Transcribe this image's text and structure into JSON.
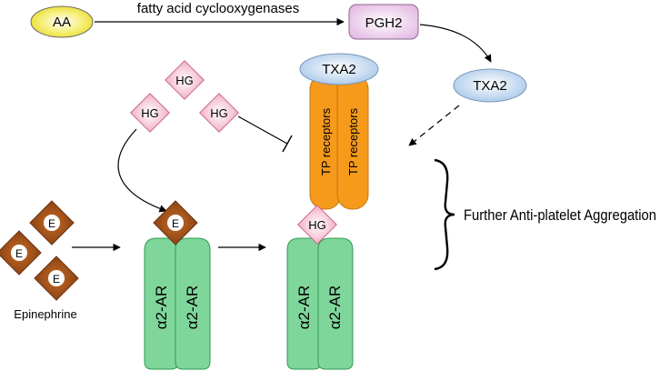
{
  "nodes": {
    "aa": "AA",
    "pgh2": "PGH2",
    "txa2_free": "TXA2",
    "txa2_bound": "TXA2",
    "hg": [
      "HG",
      "HG",
      "HG",
      "HG"
    ],
    "e": [
      "E",
      "E",
      "E",
      "E"
    ]
  },
  "labels": {
    "enzyme": "fatty acid cyclooxygenases",
    "epinephrine": "Epinephrine",
    "tp_receptor": "TP receptors",
    "alpha2ar": "α2-AR",
    "further": "Further Anti-platelet Aggregation"
  },
  "colors": {
    "aa_fill": "#f4ec5a",
    "pgh2_fill": "#efd3ee",
    "txa2_fill": "#bcd4ee",
    "tp_fill": "#f59a1a",
    "alpha_fill": "#7fd69b",
    "alpha_stroke": "#2f9a55",
    "hg_fill": "#fbd9e4",
    "hg_stroke": "#c9658a",
    "e_fill": "#a9561b"
  }
}
